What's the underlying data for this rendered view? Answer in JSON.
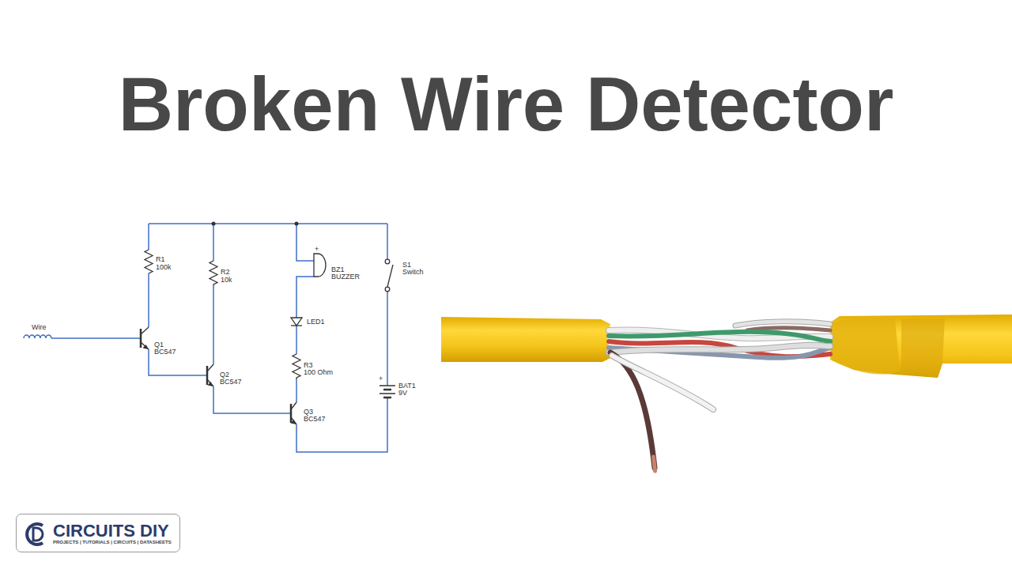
{
  "diagram": {
    "title": "Broken Wire Detector",
    "nodes": [
      {
        "text": [
          "CIRCUITS DIY",
          "PROJECTS | TUTORIALS | CIRCUITS | DATASHEETS"
        ]
      }
    ],
    "labels": [
      "Wire",
      "R1",
      "100k",
      "R2",
      "10k",
      "+",
      "BZ1",
      "BUZZER",
      "S1",
      "Switch",
      "LED1",
      "Q1",
      "BC547",
      "R3",
      "100 Ohm",
      "Q2",
      "BC547",
      "+",
      "BAT1",
      "9V",
      "Q3",
      "BC547"
    ]
  }
}
